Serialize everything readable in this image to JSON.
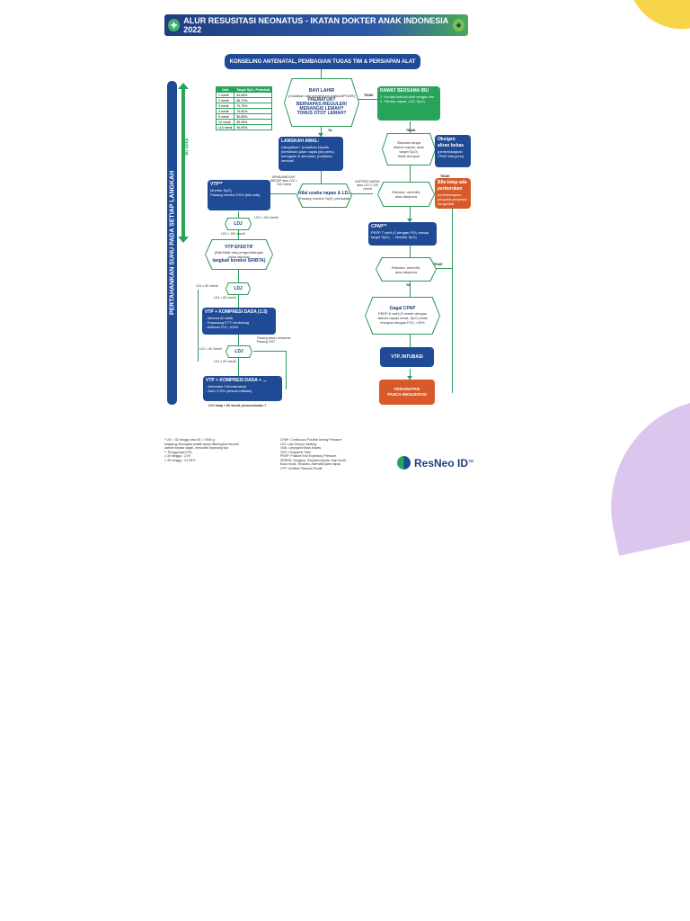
{
  "title": "ALUR RESUSITASI NEONATUS - IKATAN DOKTER ANAK INDONESIA 2022",
  "konseling": "KONSELING ANTENATAL, PEMBAGIAN TUGAS TIM & PERSIAPAN ALAT",
  "side_bar": "PERTAHANKAN SUHU PADA SETIAP LANGKAH",
  "sixty": "60 Detik",
  "spo2_table": {
    "headers": [
      "Usia",
      "Target SpO₂ Preduktal"
    ],
    "rows": [
      [
        "1 menit",
        "60-65%"
      ],
      [
        "2 menit",
        "65-70%"
      ],
      [
        "3 menit",
        "70-75%"
      ],
      [
        "4 menit",
        "75-80%"
      ],
      [
        "5 menit",
        "80-85%"
      ],
      [
        "10 menit",
        "85-95%"
      ],
      [
        "≥15 menit",
        "90-95%"
      ]
    ]
  },
  "bayi_lahir": {
    "title": "BAYI LAHIR",
    "sub": "(mulaikan alat penghitung waktu/APGAR)",
    "q1": "PREMATUR?",
    "q2": "BERNAPAS IREGULER/",
    "q3": "MENANGIS LEMAH?",
    "q4": "TONUS OTOT LEMAH?"
  },
  "tidak": "TIDAK",
  "ya": "YA",
  "rawat_bersama": {
    "title": "RAWAT BERSAMA IBU",
    "l1": "1. Kontak kulit-ke-kulit dengan ibu",
    "l2": "2. Pantau napas, LDJ, SpO₂"
  },
  "langkah_awal": {
    "title": "LANGKAH AWAL:",
    "body": "Hangatkan*, posisikan kepala (bersihkan jalan napas jika perlu), keringkan & stimulasi, posisikan kembali"
  },
  "sianosis": {
    "l1": "Sianosis tanpa",
    "l2": "distres napas, atau",
    "l3": "target SpO₂",
    "l4": "tidak tercapai"
  },
  "oksigen": {
    "title": "Oksigen aliran bebas",
    "body": "(pertimbangkan CPAP bila perlu)"
  },
  "apnea_label": "APNEA/MEGAP-MEGAP atau LDJ < 100 /menit",
  "distress_label": "DISTRES NAPAS atau LDJ ≥ 100 /menit",
  "nilai": {
    "title": "Nilai usaha napas & LDJ",
    "sub": "Pasang monitor SpO₂ preduktal"
  },
  "vtp": {
    "title": "VTP**",
    "l1": "Monitor SpO₂",
    "l2": "Pasang monitor EKG (bila ada)"
  },
  "retraksi1": {
    "l1": "Retraksi, merintih,",
    "l2": "atau takipnea"
  },
  "bila_tetap": {
    "title": "Bila tetap ada perburukan",
    "body": "pertimbangkan penyakit penyerta/ kongenital"
  },
  "ldj1": "LDJ",
  "ldj_ge100": "LDJ ≥ 100 /menit",
  "ldj_lt100": "LDJ < 100 /menit",
  "vtp_efektif": {
    "title": "VTP EFEKTIF",
    "l1": "(Bila tidak ada pengembangan",
    "l2": "dada lakukan",
    "l3": "langkah koreksi SRIBTA)"
  },
  "cpap": {
    "title": "CPAP**",
    "body": "PEEP 7 cmH₂O dengan FiO₂ sesuai target SpO₂ → Monitor SpO₂"
  },
  "retraksi2": {
    "l1": "Retraksi, merintih,",
    "l2": "atau takipnea"
  },
  "ldj2": "LDJ",
  "ldj_ge60": "LDJ ≥ 60 /menit",
  "ldj_lt60": "LDJ < 60 /menit",
  "gagal_cpap": {
    "title": "Gagal CPAP",
    "l1": "PEEP 8 cmH₂O masih dengan",
    "l2": "distres napas berat, SpO₂ tidak",
    "l3": "tercapai dengan FiO₂ >40%"
  },
  "vtp_kompresi": {
    "title": "VTP + KOMPRESI DADA (1:3)",
    "l1": "- Selama 60 detik",
    "l2": "- Terpasang ETT/ Ambubag",
    "l3": "- Naikkan FiO₂ 100%"
  },
  "pasang_akses": "Pasang akses intravena Pasang OGT",
  "vtp_intubasi": "VTP, INTUBASI",
  "ldj3": "LDJ",
  "ldj3_lt60": "LDJ < 60 /menit",
  "ldj3_ge60": "LDJ ≥ 60 /menit",
  "vtp_kompresi2": {
    "title": "VTP + KOMPRESI DADA + ...",
    "l1": "- Adrenalin IV/Intratrakeal",
    "l2": "- NaCl 0,9% (sesuai indikasi)"
  },
  "perawatan": {
    "l1": "PERAWATAN",
    "l2": "PASCA-RESUSITASI"
  },
  "ldj_tetap": "LDJ tetap < 60 /menit, pneumotoraks ?",
  "notes_left": {
    "n1": "*   UG < 32 minggu atau BL < 1500 g:",
    "n1b": "langsung dibungkus plastik tanpa dikeringkan kecuali",
    "n1c": "daerah kepala wajah, kemudian dipasang topi",
    "n2": "**  Penggunaan FiO₂",
    "n2b": "≥ 35 minggu : 21%",
    "n2c": "< 35 minggu : 21-30%"
  },
  "notes_right": [
    "CPAP: Continuous Positive Airway Pressure",
    "LDJ: Laju Denyut Jantung",
    "LMA: Laryngeal Mask Airway",
    "OGT: Orogastric Tube",
    "PEEP: Positive End Expiratory Pressure",
    "SRIBTA: Sungkup, Reposisi kepala, Isap lendir,",
    "Buka mulut, Tekanan, Alternatif jalan napas",
    "VTP: Ventilasi Tekanan Positif"
  ],
  "brand": {
    "name": "ResNeo ID",
    "tm": "TM"
  },
  "colors": {
    "navy": "#1f4a96",
    "green": "#27a35a",
    "orange": "#d85a2a",
    "yellow_blob": "#f7d54a",
    "lilac_blob": "#dcc6ee"
  }
}
